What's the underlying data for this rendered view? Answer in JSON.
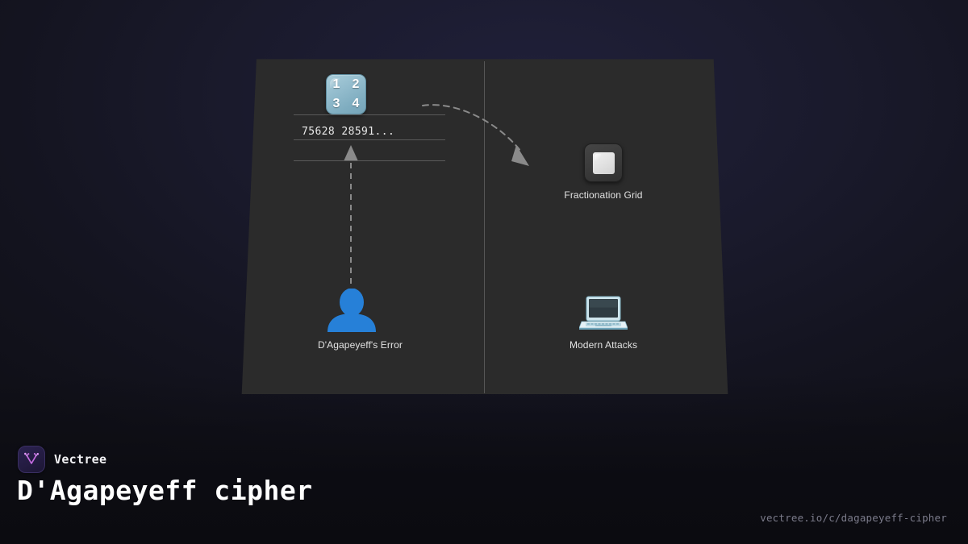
{
  "background": {
    "top_color": "#1d1d33",
    "bottom_color": "#0b0b10",
    "panel_color": "#2b2b2b",
    "panel_border": "#4d4d4d"
  },
  "canvas": {
    "name": "concept-map-slab",
    "columns": [
      {
        "name": "left-column"
      },
      {
        "name": "right-column"
      }
    ],
    "nodes": [
      {
        "id": "numeric-grid",
        "icon": "number-grid-icon",
        "label": "",
        "digits": [
          "1",
          "2",
          "3",
          "4"
        ],
        "accent": "#8ab4c8"
      },
      {
        "id": "cipher-text-rows",
        "icon": "text-rows-icon",
        "label": "",
        "text": "75628 28591...",
        "rows": 3
      },
      {
        "id": "dagapeyeff-error",
        "icon": "person-icon",
        "label": "D'Agapeyeff's Error",
        "accent": "#2680d8"
      },
      {
        "id": "fractionation-grid",
        "icon": "grid-square-icon",
        "label": "Fractionation Grid",
        "accent": "#e2e2e2"
      },
      {
        "id": "modern-attacks",
        "icon": "laptop-icon",
        "label": "Modern Attacks",
        "accent": "#9fd2e0"
      }
    ],
    "connectors": [
      {
        "name": "curved-dashed-arrow",
        "from": "cipher-text-rows",
        "to": "fractionation-grid",
        "style": "dashed",
        "arrowhead": true
      },
      {
        "name": "vertical-dashed-arrow",
        "from": "dagapeyeff-error",
        "to": "cipher-text-rows",
        "style": "dashed",
        "arrowhead": true
      }
    ]
  },
  "footer": {
    "brand_name": "Vectree",
    "logo_icon": "vectree-logo-icon",
    "title": "D'Agapeyeff cipher",
    "url": "vectree.io/c/dagapeyeff-cipher"
  }
}
